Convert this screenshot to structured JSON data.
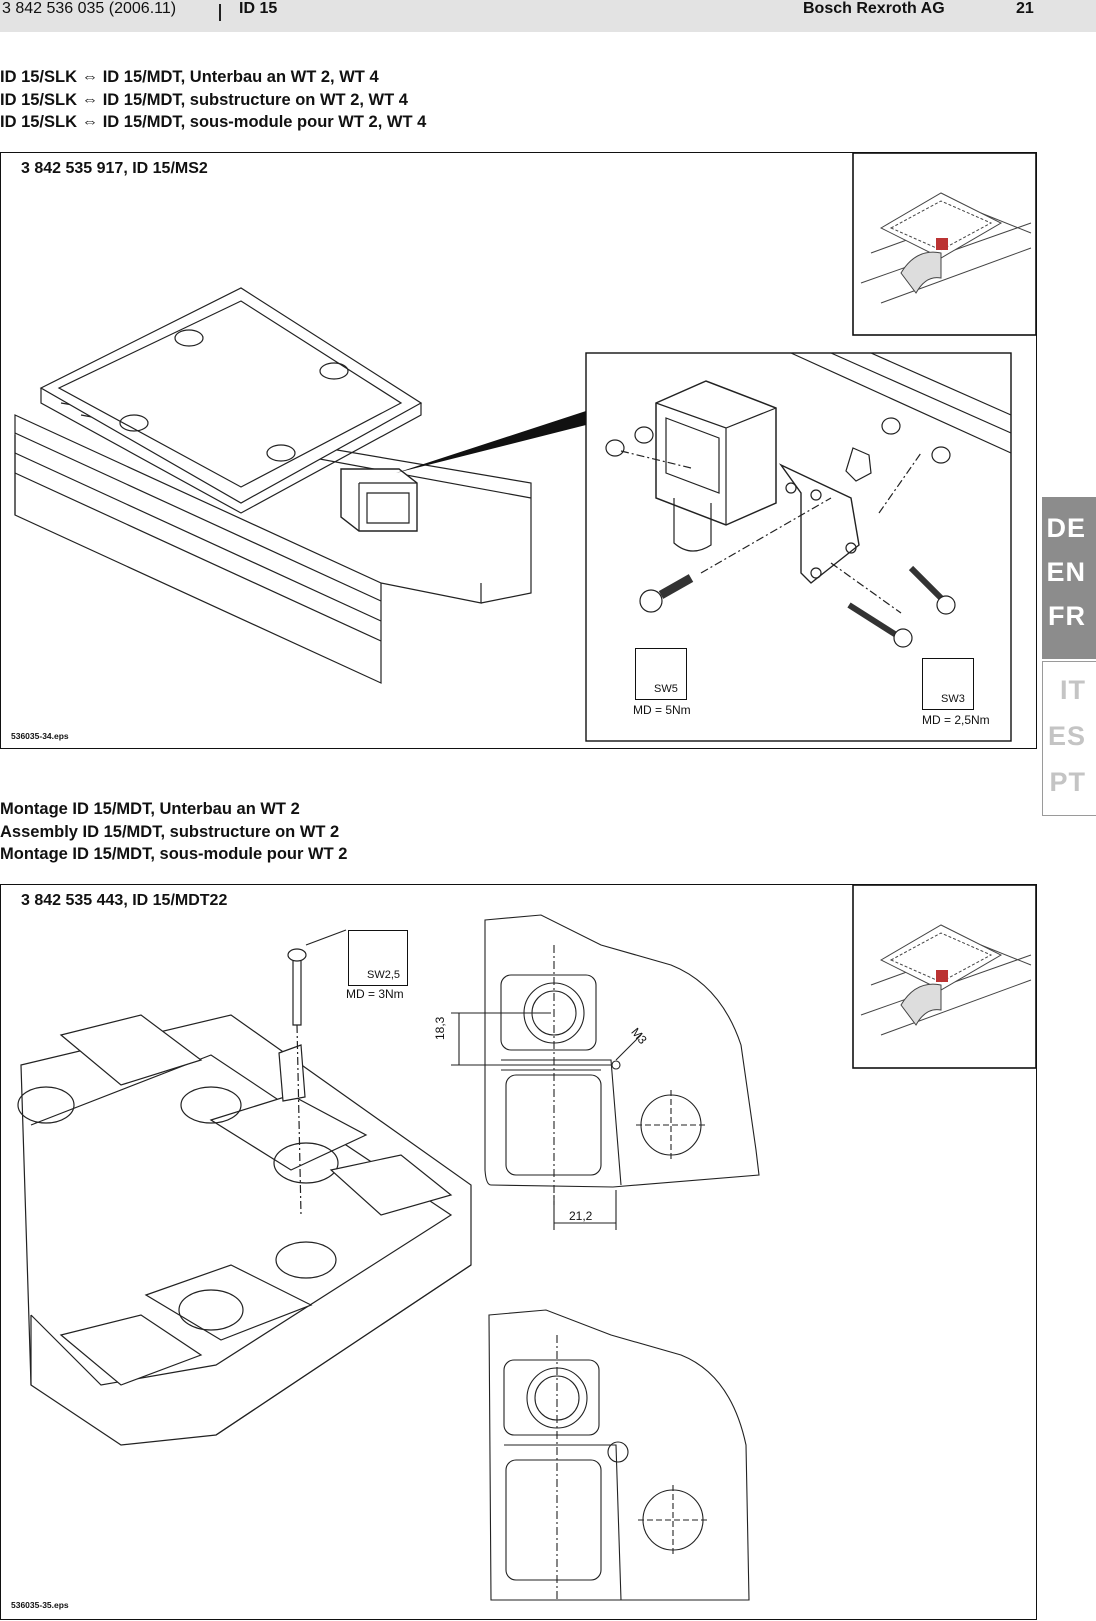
{
  "header": {
    "doc_number": "3 842 536 035 (2006.11)",
    "product": "ID 15",
    "company": "Bosch Rexroth AG",
    "page_number": "21"
  },
  "section1": {
    "heading_lines": [
      "ID 15/SLK ⇔ ID 15/MDT, Unterbau an WT 2, WT 4",
      "ID 15/SLK ⇔ ID 15/MDT, substructure on WT 2, WT 4",
      "ID 15/SLK ⇔ ID 15/MDT, sous-module pour WT 2, WT 4"
    ],
    "panel_title": "3 842 535 917, ID 15/MS2",
    "file_label": "536035-34.eps",
    "tool_left": {
      "size": "SW5",
      "torque": "MD = 5Nm"
    },
    "tool_right": {
      "size": "SW3",
      "torque": "MD = 2,5Nm"
    }
  },
  "section2": {
    "heading_lines": [
      "Montage ID 15/MDT, Unterbau an WT 2",
      "Assembly ID 15/MDT, substructure on WT 2",
      "Montage ID 15/MDT, sous-module pour WT 2"
    ],
    "panel_title": "3 842 535 443, ID 15/MDT22",
    "file_label": "536035-35.eps",
    "tool": {
      "size": "SW2,5",
      "torque": "MD = 3Nm"
    },
    "dim_vertical": "18,3",
    "dim_horizontal": "21,2",
    "thread_label": "M3"
  },
  "languages": {
    "active": [
      "DE",
      "EN",
      "FR"
    ],
    "inactive": [
      "IT",
      "ES",
      "PT"
    ]
  }
}
